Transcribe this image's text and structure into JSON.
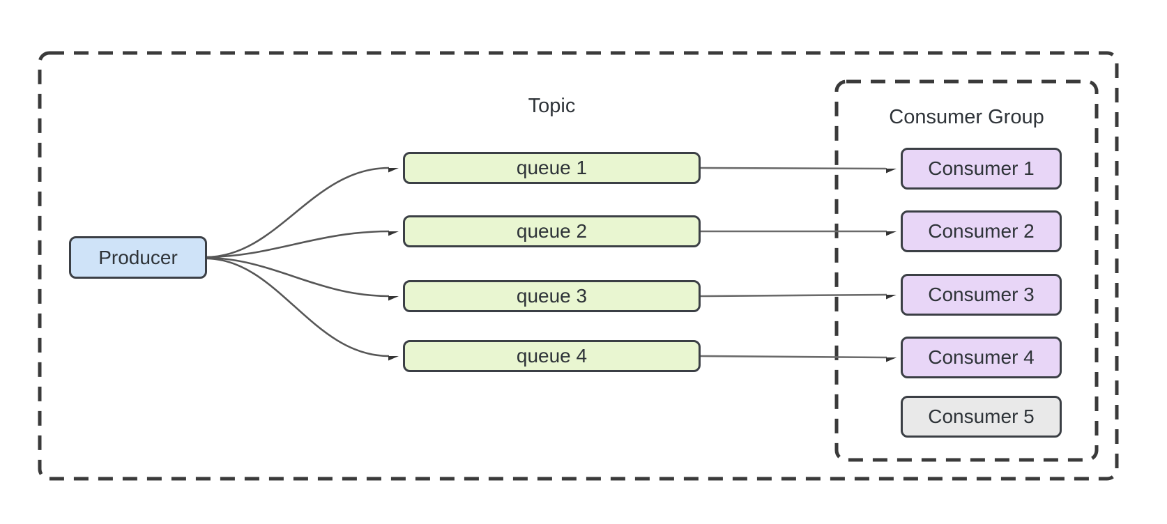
{
  "producer": {
    "label": "Producer",
    "fill": "#cfe3f8"
  },
  "topic": {
    "label": "Topic"
  },
  "queues": [
    {
      "label": "queue 1",
      "fill": "#e9f6d1"
    },
    {
      "label": "queue 2",
      "fill": "#e9f6d1"
    },
    {
      "label": "queue 3",
      "fill": "#e9f6d1"
    },
    {
      "label": "queue 4",
      "fill": "#e9f6d1"
    }
  ],
  "consumer_group": {
    "label": "Consumer Group",
    "consumers": [
      {
        "label": "Consumer 1",
        "fill": "#e8d6f7"
      },
      {
        "label": "Consumer 2",
        "fill": "#e8d6f7"
      },
      {
        "label": "Consumer 3",
        "fill": "#e8d6f7"
      },
      {
        "label": "Consumer 4",
        "fill": "#e8d6f7"
      },
      {
        "label": "Consumer 5",
        "fill": "#e9e9e9"
      }
    ]
  },
  "connections": [
    {
      "from": "Producer",
      "to": "queue 1"
    },
    {
      "from": "Producer",
      "to": "queue 2"
    },
    {
      "from": "Producer",
      "to": "queue 3"
    },
    {
      "from": "Producer",
      "to": "queue 4"
    },
    {
      "from": "queue 1",
      "to": "Consumer 1"
    },
    {
      "from": "queue 2",
      "to": "Consumer 2"
    },
    {
      "from": "queue 3",
      "to": "Consumer 3"
    },
    {
      "from": "queue 4",
      "to": "Consumer 4"
    }
  ],
  "palette": {
    "background": "#ffffff",
    "box_border": "#3b3f45",
    "text": "#2e3338",
    "dashed_border": "#3a3a3a",
    "arrow_line": "#5f5f5f",
    "arrow_head": "#333333"
  }
}
